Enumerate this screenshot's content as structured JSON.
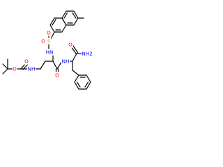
{
  "colors": {
    "bond": "#000000",
    "oxygen": "#ff0000",
    "nitrogen": "#0000ff",
    "sulfur": "#b8b800",
    "background": "#ffffff"
  },
  "atoms": {
    "boc_o_carbonyl": "O",
    "boc_o_ester": "O",
    "carbamate_nh": "NH",
    "sulfonamide_hn": "HN",
    "sulfur": "S",
    "so2_o_upper": "O",
    "so2_o_lower": "O",
    "amide_o": "O",
    "amide_nh": "NH",
    "terminal_o": "O",
    "terminal_nh2": "NH2"
  }
}
